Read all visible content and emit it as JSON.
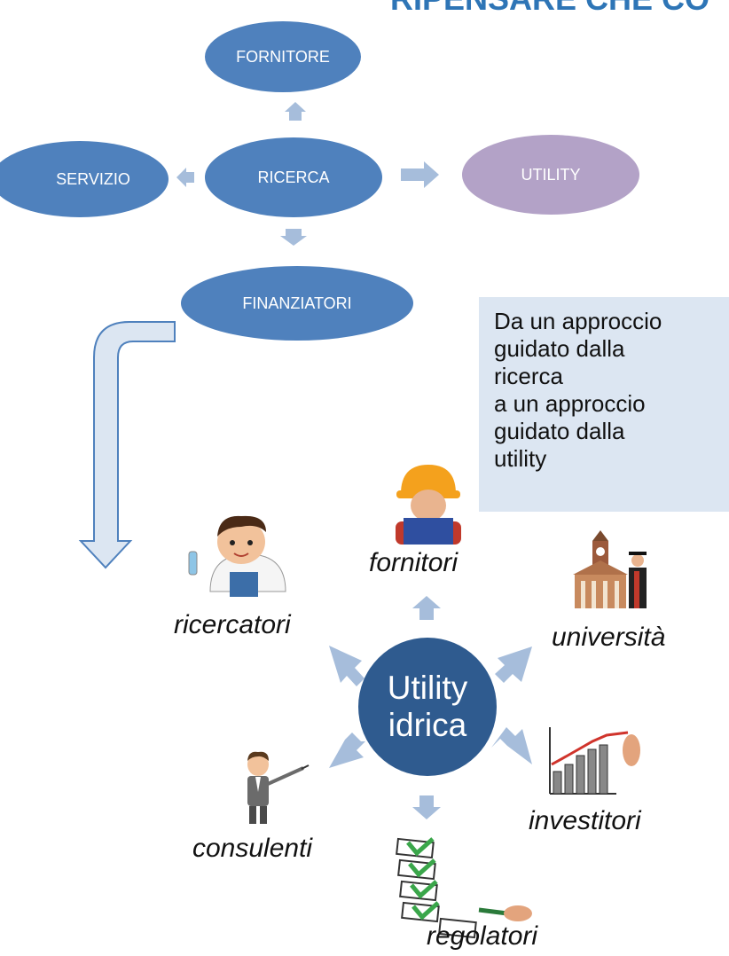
{
  "title": "RIPENSARE CHE CO",
  "flow": {
    "fornitore": "FORNITORE",
    "servizio": "SERVIZIO",
    "ricerca": "RICERCA",
    "utility": "UTILITY",
    "finanziatori": "FINANZIATORI"
  },
  "note": {
    "lines": [
      "Da un approccio",
      "guidato dalla",
      "ricerca",
      "a un approccio",
      "guidato dalla",
      "utility"
    ]
  },
  "center": {
    "line1": "Utility",
    "line2": "idrica"
  },
  "stakeholders": {
    "fornitori": "fornitori",
    "ricercatori": "ricercatori",
    "universita": "università",
    "investitori": "investitori",
    "consulenti": "consulenti",
    "regolatori": "regolatori"
  },
  "colors": {
    "ellipse_blue": "#4f81bd",
    "ellipse_purple": "#b3a2c7",
    "arrow": "#a6bddb",
    "center_circle": "#2f5b8f",
    "note_bg": "#dce6f2",
    "title": "#2e75b6"
  }
}
